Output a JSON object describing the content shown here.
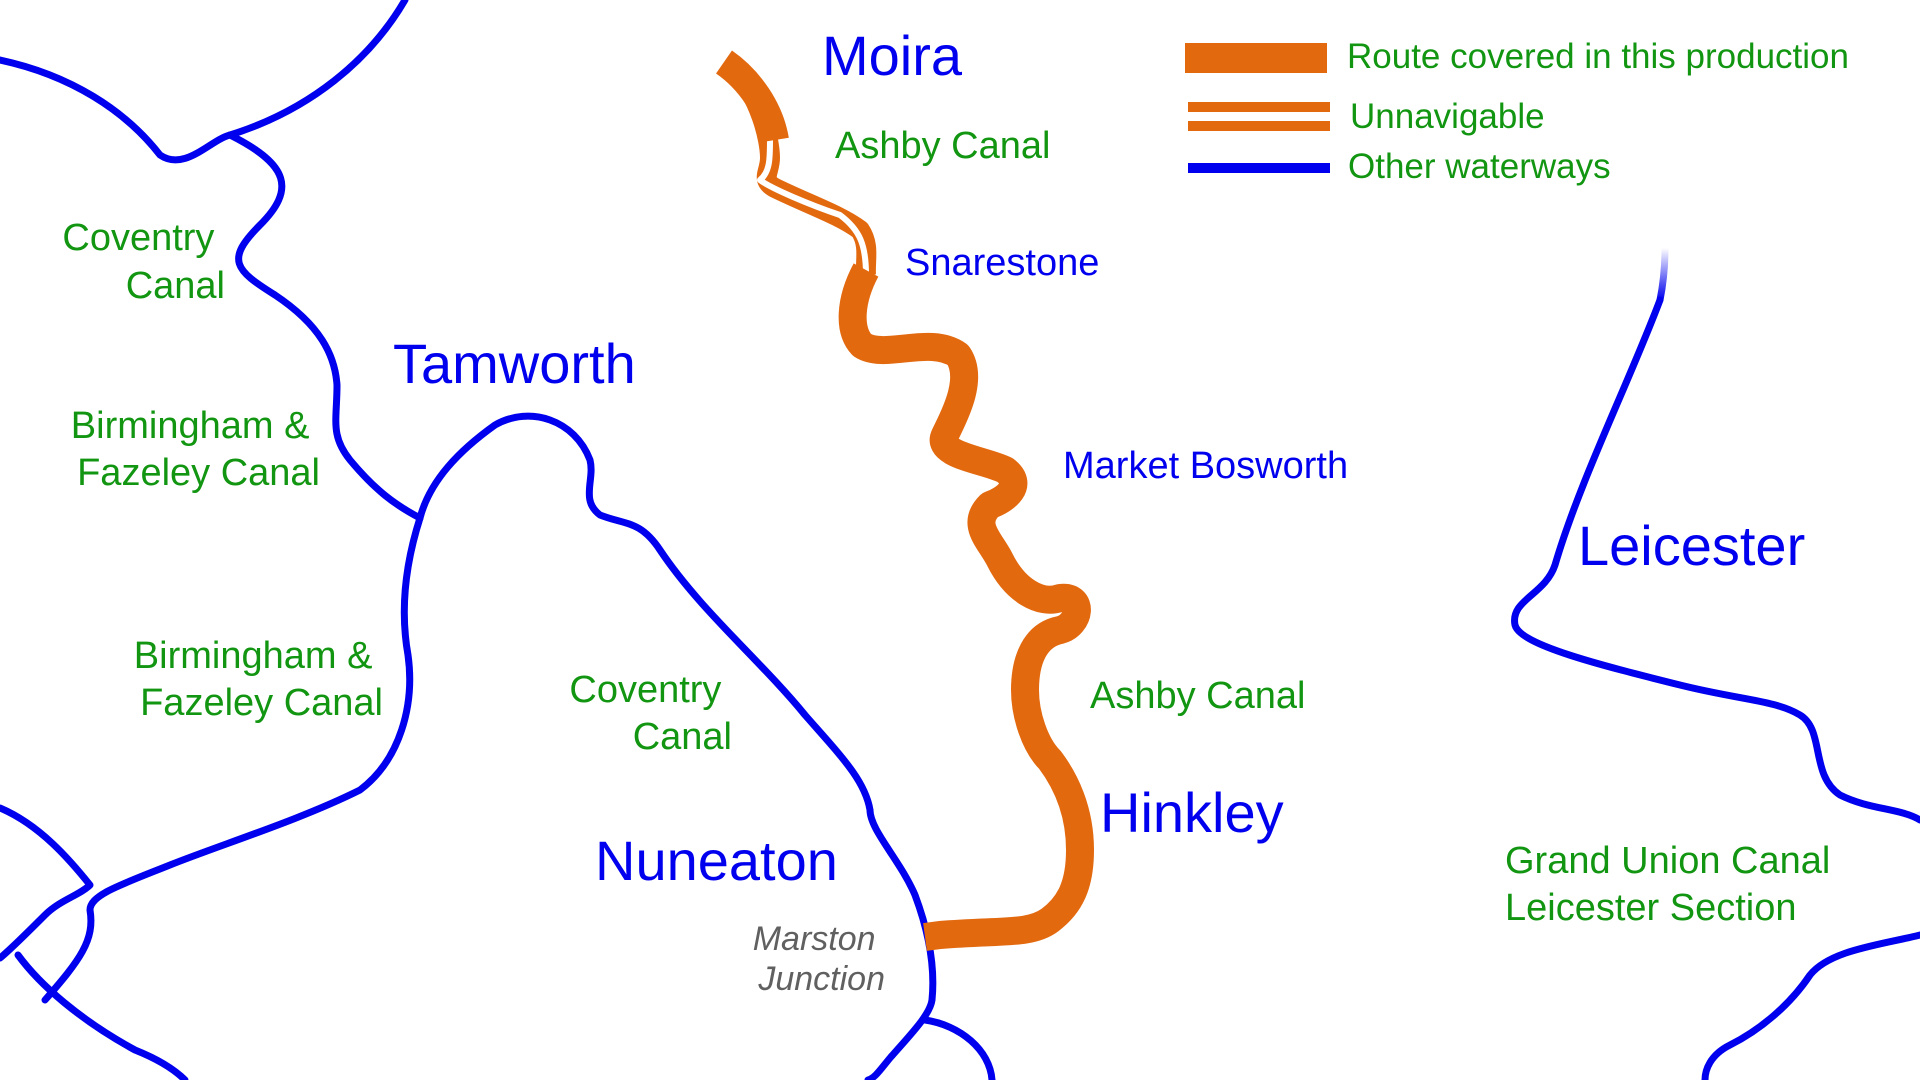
{
  "colors": {
    "route": "#e3690f",
    "waterway": "#0000ee",
    "town": "#0000ee",
    "canal_label": "#129612",
    "junction_label": "#606060",
    "background": "#ffffff"
  },
  "legend": {
    "route": "Route covered in this production",
    "unnavigable": "Unnavigable",
    "other": "Other waterways"
  },
  "towns": {
    "moira": "Moira",
    "snarestone": "Snarestone",
    "tamworth": "Tamworth",
    "market_bosworth": "Market Bosworth",
    "leicester": "Leicester",
    "hinkley": "Hinkley",
    "nuneaton": "Nuneaton"
  },
  "canals": {
    "ashby_north": "Ashby Canal",
    "ashby_south": "Ashby Canal",
    "coventry_nw": [
      "Coventry",
      "Canal"
    ],
    "coventry_center": [
      "Coventry",
      "Canal"
    ],
    "bfc_upper": [
      "Birmingham &",
      "Fazeley Canal"
    ],
    "bfc_lower": [
      "Birmingham &",
      "Fazeley Canal"
    ],
    "grand_union": [
      "Grand Union Canal",
      "Leicester Section"
    ]
  },
  "junctions": {
    "marston": [
      "Marston",
      "Junction"
    ]
  }
}
